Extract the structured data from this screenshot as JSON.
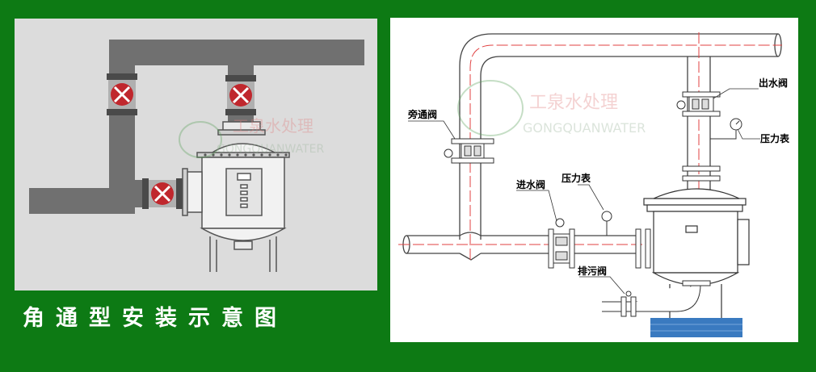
{
  "caption": "角通型安装示意图",
  "watermark": {
    "chinese": "工泉水处理",
    "english": "GONGQUANWATER"
  },
  "labels": {
    "bypass_valve": "旁通阀",
    "outlet_valve": "出水阀",
    "pressure_gauge_top": "压力表",
    "inlet_valve": "进水阀",
    "pressure_gauge_inlet": "压力表",
    "drain_valve": "排污阀"
  },
  "colors": {
    "background": "#0d7a14",
    "pipe": "#707070",
    "valve_red": "#c0272d"
  }
}
